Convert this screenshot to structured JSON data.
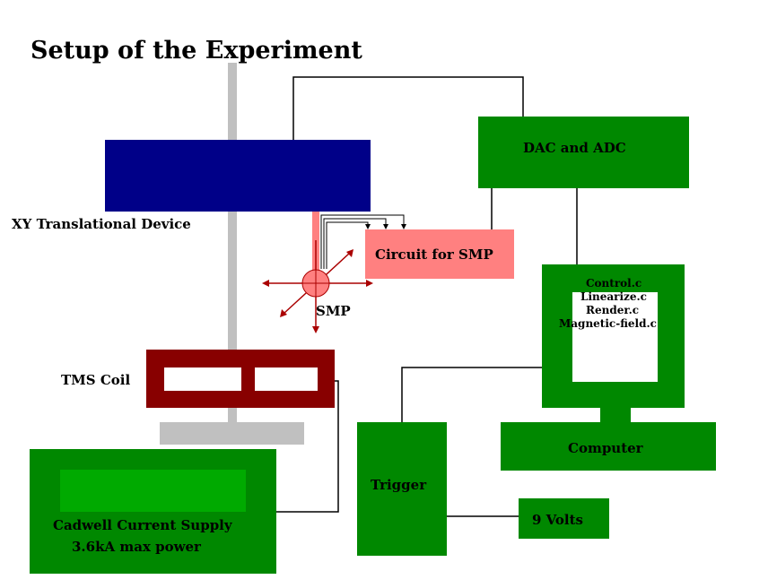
{
  "title": "Setup of the Experiment",
  "colors": {
    "dark_green": "#008800",
    "light_green": "#00aa00",
    "navy": "#000088",
    "coil": "#880000",
    "salmon": "#ff8080",
    "rod": "#c0c0c0",
    "arrow": "#aa0000"
  },
  "components": {
    "xy_device": "XY Translational Device",
    "dac_adc": "DAC and ADC",
    "circuit_smp": "Circuit for SMP",
    "smp": "SMP",
    "tms_coil": "TMS Coil",
    "computer": "Computer",
    "trigger": "Trigger",
    "nine_volts": "9 Volts",
    "cadwell_line1": "Cadwell Current Supply",
    "cadwell_line2": "3.6kA max power"
  },
  "programs": [
    "Control.c",
    "Linearize.c",
    "Render.c",
    "Magnetic-field.c"
  ]
}
